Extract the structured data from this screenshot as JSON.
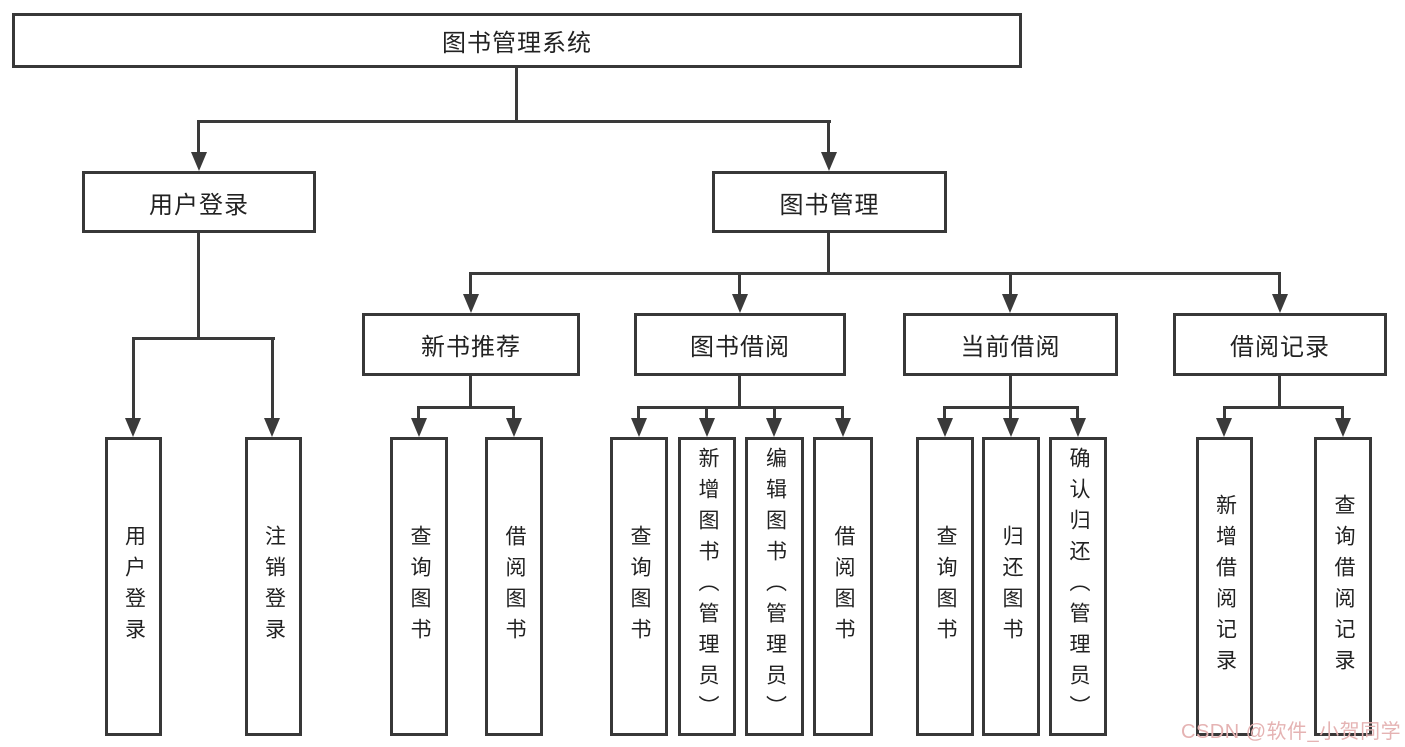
{
  "diagram": {
    "root": {
      "label": "图书管理系统"
    },
    "level2": [
      {
        "label": "用户登录"
      },
      {
        "label": "图书管理"
      }
    ],
    "level3": [
      {
        "label": "新书推荐"
      },
      {
        "label": "图书借阅"
      },
      {
        "label": "当前借阅"
      },
      {
        "label": "借阅记录"
      }
    ],
    "leaves": {
      "login": [
        "用户登录",
        "注销登录"
      ],
      "recommend": [
        "查询图书",
        "借阅图书"
      ],
      "borrow": [
        "查询图书",
        "新增图书（管理员）",
        "编辑图书（管理员）",
        "借阅图书"
      ],
      "current": [
        "查询图书",
        "归还图书",
        "确认归还（管理员）"
      ],
      "records": [
        "新增借阅记录",
        "查询借阅记录"
      ]
    }
  },
  "watermark": {
    "text": "CSDN @软件_小贺同学",
    "color": "#e5b3b3"
  },
  "colors": {
    "line": "#3a3a3a",
    "border": "#383838",
    "text": "#222222",
    "background": "#ffffff"
  }
}
